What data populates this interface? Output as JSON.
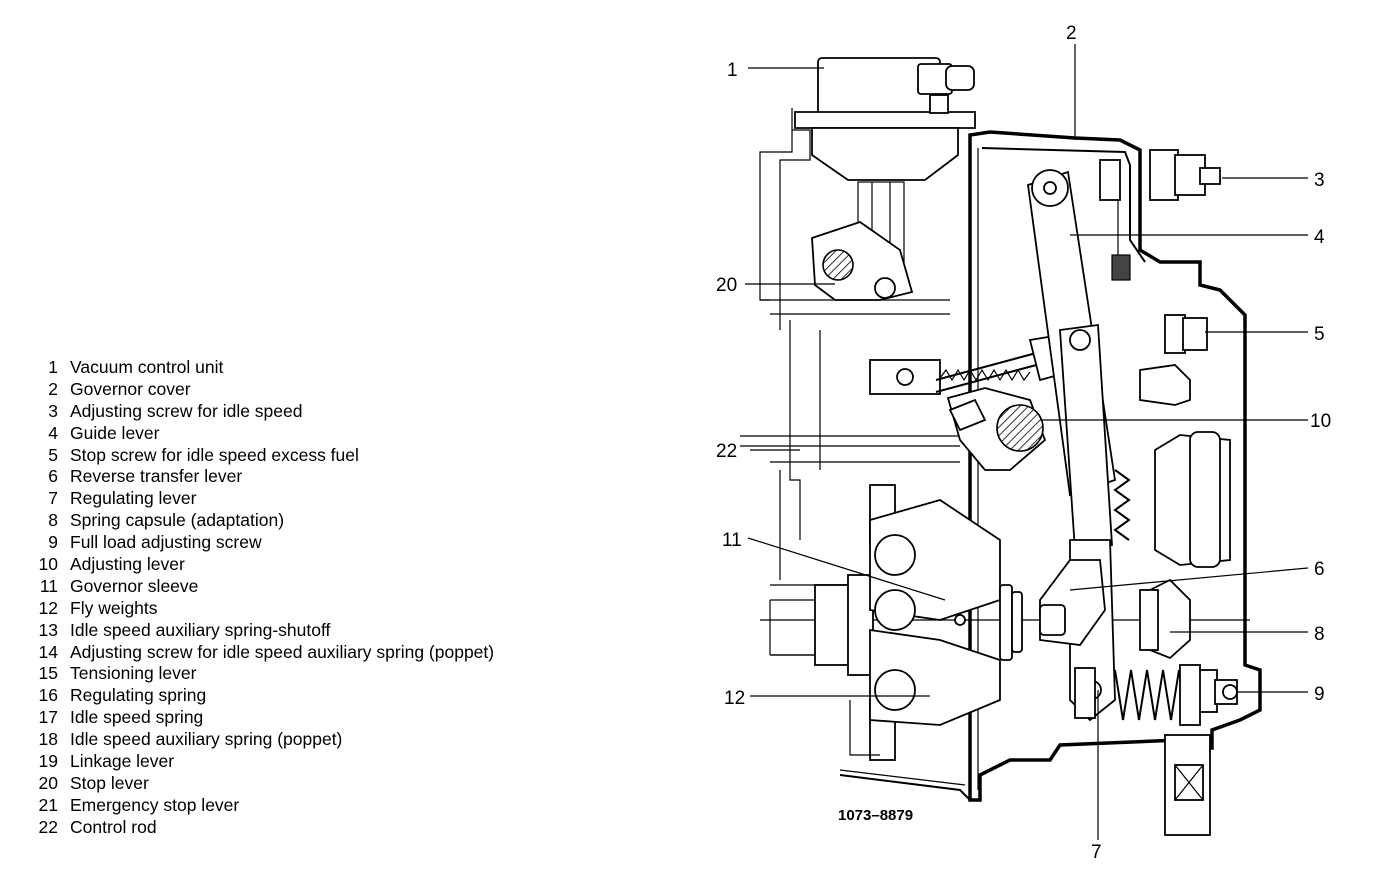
{
  "legend": [
    {
      "num": "1",
      "label": "Vacuum control unit"
    },
    {
      "num": "2",
      "label": "Governor cover"
    },
    {
      "num": "3",
      "label": "Adjusting screw for idle speed"
    },
    {
      "num": "4",
      "label": "Guide lever"
    },
    {
      "num": "5",
      "label": "Stop screw for idle speed excess fuel"
    },
    {
      "num": "6",
      "label": "Reverse transfer lever"
    },
    {
      "num": "7",
      "label": "Regulating lever"
    },
    {
      "num": "8",
      "label": "Spring capsule (adaptation)"
    },
    {
      "num": "9",
      "label": "Full load adjusting screw"
    },
    {
      "num": "10",
      "label": "Adjusting lever"
    },
    {
      "num": "11",
      "label": "Governor sleeve"
    },
    {
      "num": "12",
      "label": "Fly weights"
    },
    {
      "num": "13",
      "label": "Idle speed auxiliary spring-shutoff"
    },
    {
      "num": "14",
      "label": "Adjusting screw for idle speed auxiliary spring (poppet)"
    },
    {
      "num": "15",
      "label": "Tensioning lever"
    },
    {
      "num": "16",
      "label": "Regulating spring"
    },
    {
      "num": "17",
      "label": "Idle speed spring"
    },
    {
      "num": "18",
      "label": "Idle speed auxiliary spring (poppet)"
    },
    {
      "num": "19",
      "label": "Linkage lever"
    },
    {
      "num": "20",
      "label": "Stop lever"
    },
    {
      "num": "21",
      "label": "Emergency stop lever"
    },
    {
      "num": "22",
      "label": "Control rod"
    }
  ],
  "callouts": {
    "c1": "1",
    "c2": "2",
    "c3": "3",
    "c4": "4",
    "c5": "5",
    "c6": "6",
    "c7": "7",
    "c8": "8",
    "c9": "9",
    "c10": "10",
    "c11": "11",
    "c12": "12",
    "c20": "20",
    "c22": "22"
  },
  "reference_code": "1073–8879",
  "colors": {
    "ink": "#000000",
    "shade": "#dcdcdc",
    "paper": "#ffffff"
  }
}
